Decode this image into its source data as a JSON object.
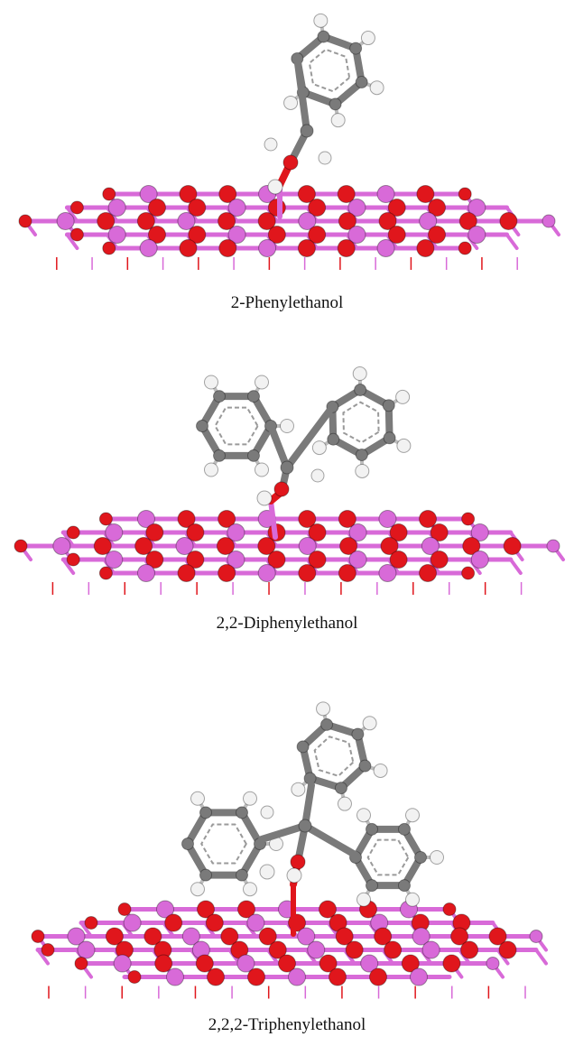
{
  "figure": {
    "panels": [
      {
        "caption": "2-Phenylethanol"
      },
      {
        "caption": "2,2-Diphenylethanol"
      },
      {
        "caption": "2,2,2-Triphenylethanol"
      }
    ]
  },
  "colors": {
    "oxygen": "#e0161c",
    "surface_metal": "#d86ad8",
    "carbon": "#7a7a7a",
    "hydrogen": "#f2f2f2"
  },
  "legend_note": ""
}
